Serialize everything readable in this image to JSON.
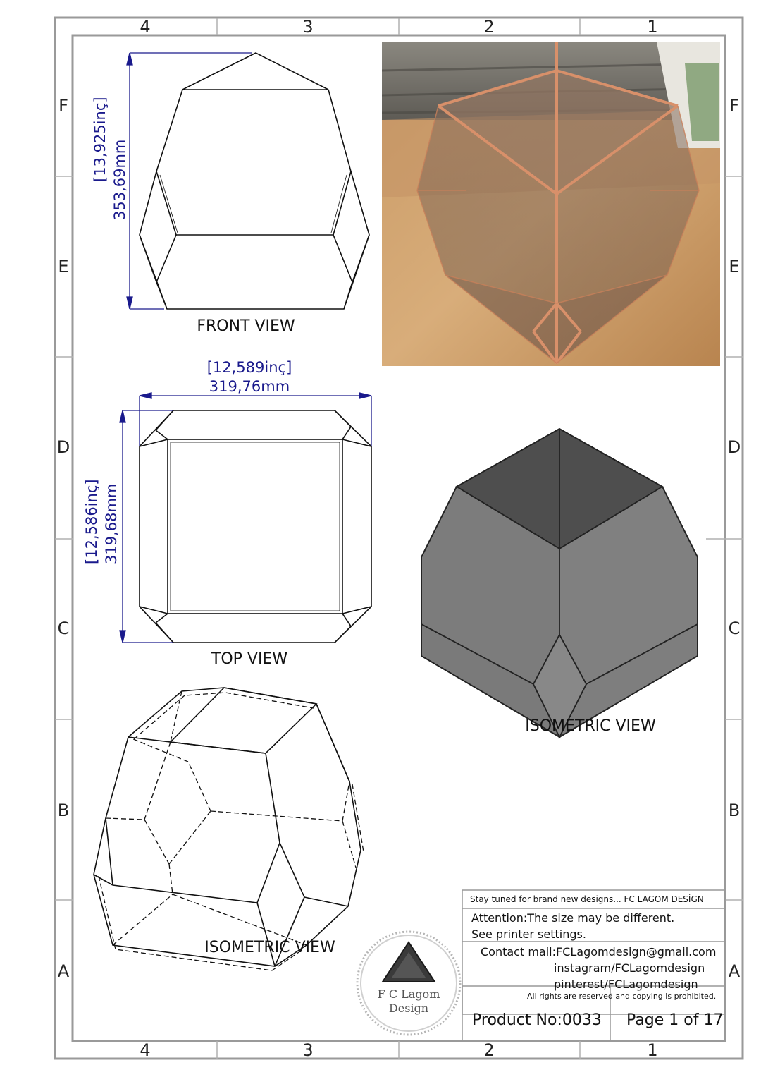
{
  "zones": {
    "columns": [
      "4",
      "3",
      "2",
      "1"
    ],
    "rows": [
      "F",
      "E",
      "D",
      "C",
      "B",
      "A"
    ]
  },
  "views": {
    "front": {
      "label": "FRONT VIEW",
      "dim_inch": "13,925inç",
      "dim_mm": "353,69mm"
    },
    "top": {
      "label": "TOP VIEW",
      "width_inch": "12,589inç",
      "width_mm": "319,76mm",
      "height_inch": "12,586inç",
      "height_mm": "319,68mm"
    },
    "iso_shaded": {
      "label": "ISOMETRIC VIEW"
    },
    "iso_wire": {
      "label": "ISOMETRIC VIEW"
    }
  },
  "title_block": {
    "tagline": "Stay tuned for brand new designs... FC LAGOM DESİGN",
    "attention_1": "Attention:The size may be different.",
    "attention_2": "See printer settings.",
    "contact": "Contact mail:FCLagomdesign@gmail.com",
    "instagram": "instagram/FCLagomdesign",
    "pinterest": "pinterest/FCLagomdesign",
    "rights": "All rights are reserved and copying is prohibited.",
    "product": "Product No:0033",
    "page": "Page 1 of 17"
  },
  "logo": {
    "line1": "F C Lagom",
    "line2": "Design"
  },
  "colors": {
    "dimension": "#1a1a8c",
    "border": "#999999",
    "copper": "#c8805a"
  }
}
